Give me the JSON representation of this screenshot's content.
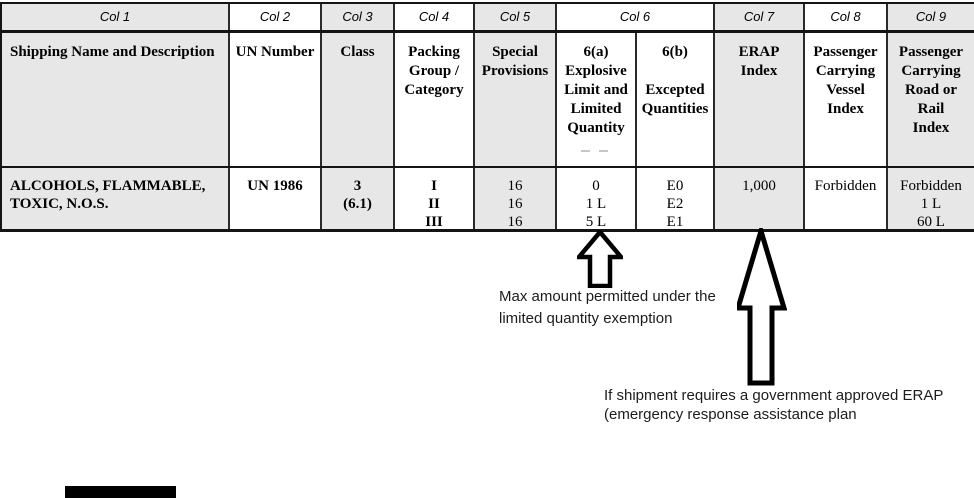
{
  "table": {
    "top_row": [
      "Col 1",
      "Col 2",
      "Col 3",
      "Col 4",
      "Col 5",
      "Col 6",
      "Col 7",
      "Col 8",
      "Col 9"
    ],
    "headers": {
      "col1": "Shipping Name and Description",
      "col2": "UN Number",
      "col3": "Class",
      "col4": "Packing\nGroup /\nCategory",
      "col5": "Special\nProvisions",
      "col6a": "6(a)\nExplosive\nLimit and\nLimited\nQuantity",
      "col6b": "6(b)\n\nExcepted\nQuantities",
      "col7": "ERAP\nIndex",
      "col8": "Passenger\nCarrying\nVessel\nIndex",
      "col9": "Passenger\nCarrying\nRoad or\nRail\nIndex"
    },
    "row": {
      "col1": "ALCOHOLS, FLAMMABLE,\nTOXIC, N.O.S.",
      "col2": "UN 1986",
      "col3": "3\n(6.1)",
      "col4": "I\nII\nIII",
      "col5": "16\n16\n16",
      "col6a": "0\n1 L\n5 L",
      "col6b": "E0\nE2\nE1",
      "col7": "1,000",
      "col8": "Forbidden",
      "col9": "Forbidden\n1 L\n60 L"
    }
  },
  "annotations": {
    "limited_quantity_note": "Max amount permitted under the\nlimited quantity exemption",
    "erap_note": "If shipment requires a government approved ERAP\n(emergency response assistance plan"
  },
  "colors": {
    "cell_gray": "#e7e7e7",
    "cell_white": "#ffffff",
    "border": "#141414",
    "arrow_outline": "#000000"
  }
}
